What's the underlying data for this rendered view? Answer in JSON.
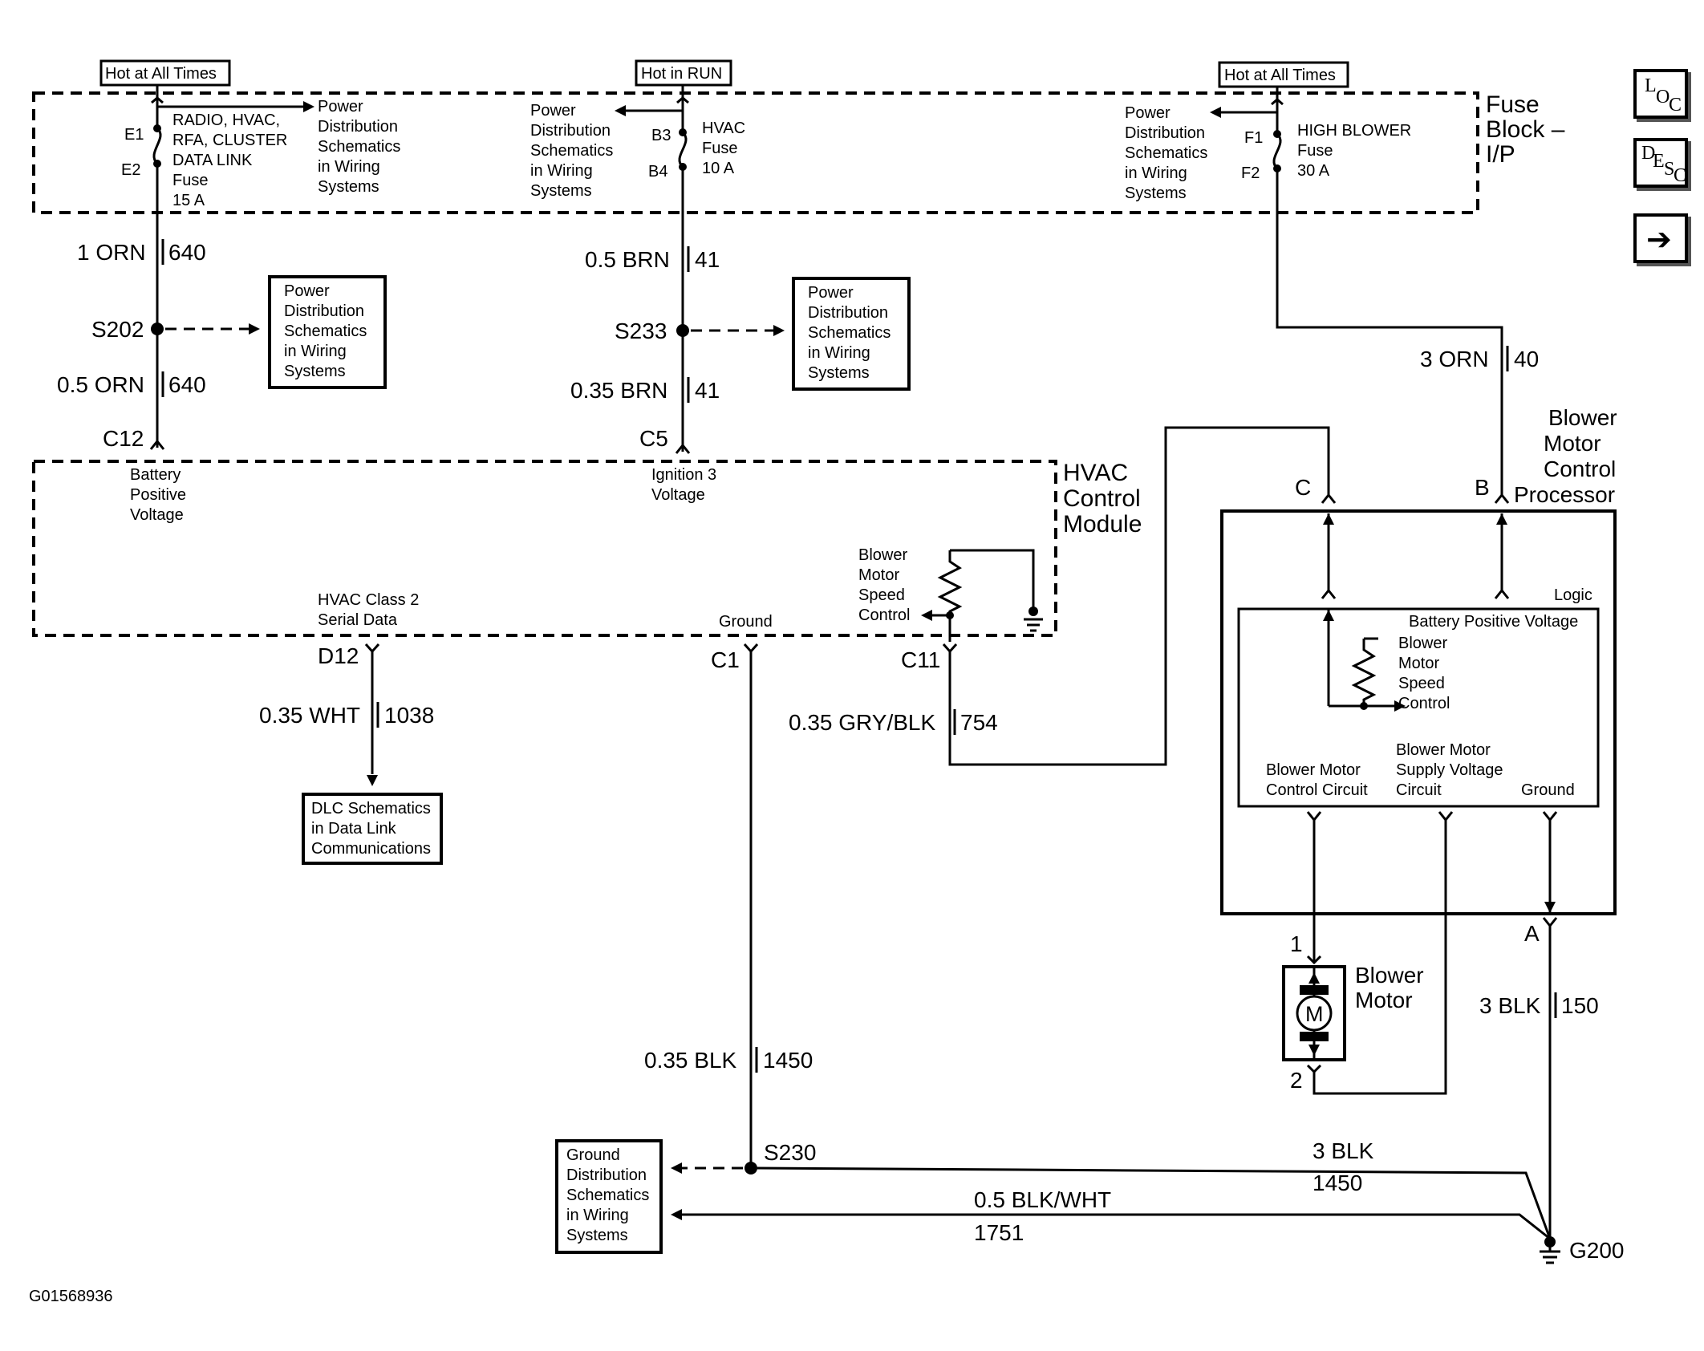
{
  "fuse_block": {
    "title_lines": [
      "Fuse",
      "Block –",
      "I/P"
    ],
    "fuses": [
      {
        "hot_label": "Hot at All Times",
        "pin_in": "E1",
        "pin_out": "E2",
        "name_lines": [
          "RADIO, HVAC,",
          "RFA, CLUSTER",
          "DATA LINK",
          "Fuse",
          "15 A"
        ]
      },
      {
        "hot_label": "Hot in RUN",
        "pin_in": "B3",
        "pin_out": "B4",
        "name_lines": [
          "HVAC",
          "Fuse",
          "10 A"
        ]
      },
      {
        "hot_label": "Hot at All Times",
        "pin_in": "F1",
        "pin_out": "F2",
        "name_lines": [
          "HIGH BLOWER",
          "Fuse",
          "30 A"
        ]
      }
    ],
    "power_dist_lines": [
      "Power",
      "Distribution",
      "Schematics",
      "in Wiring",
      "Systems"
    ]
  },
  "wires": {
    "w1_top": {
      "gauge_color": "1 ORN",
      "circuit": "640"
    },
    "w1_bot": {
      "gauge_color": "0.5 ORN",
      "circuit": "640"
    },
    "w2_top": {
      "gauge_color": "0.5 BRN",
      "circuit": "41"
    },
    "w2_bot": {
      "gauge_color": "0.35 BRN",
      "circuit": "41"
    },
    "w3": {
      "gauge_color": "3 ORN",
      "circuit": "40"
    },
    "w4": {
      "gauge_color": "0.35 WHT",
      "circuit": "1038"
    },
    "w5": {
      "gauge_color": "0.35 GRY/BLK",
      "circuit": "754"
    },
    "w6": {
      "gauge_color": "0.35 BLK",
      "circuit": "1450"
    },
    "w7": {
      "gauge_color": "3 BLK",
      "circuit": "150"
    },
    "w8": {
      "gauge_color": "3 BLK",
      "circuit": "1450"
    },
    "w9": {
      "gauge_color": "0.5 BLK/WHT",
      "circuit": "1751"
    }
  },
  "splices": {
    "s1": "S202",
    "s2": "S233",
    "s3": "S230"
  },
  "connectors": {
    "c12": "C12",
    "c5": "C5",
    "d12": "D12",
    "c1": "C1",
    "c11": "C11",
    "c": "C",
    "b": "B",
    "a": "A",
    "m1": "1",
    "m2": "2"
  },
  "boxes": {
    "power_dist": [
      "Power",
      "Distribution",
      "Schematics",
      "in Wiring",
      "Systems"
    ],
    "dlc": [
      "DLC Schematics",
      "in Data Link",
      "Communications"
    ],
    "ground_dist": [
      "Ground",
      "Distribution",
      "Schematics",
      "in Wiring",
      "Systems"
    ]
  },
  "hvac_module": {
    "title_lines": [
      "HVAC",
      "Control",
      "Module"
    ],
    "battery_lines": [
      "Battery",
      "Positive",
      "Voltage"
    ],
    "ignition_lines": [
      "Ignition 3",
      "Voltage"
    ],
    "serial_lines": [
      "HVAC Class 2",
      "Serial Data"
    ],
    "ground": "Ground",
    "speed_lines": [
      "Blower",
      "Motor",
      "Speed",
      "Control"
    ]
  },
  "processor": {
    "title_lines": [
      "Blower",
      "Motor",
      "Control",
      "Processor"
    ],
    "logic": "Logic",
    "bpv": "Battery Positive Voltage",
    "speed_lines": [
      "Blower",
      "Motor",
      "Speed",
      "Control"
    ],
    "control_circuit_lines": [
      "Blower Motor",
      "Control Circuit"
    ],
    "supply_lines": [
      "Blower Motor",
      "Supply Voltage",
      "Circuit"
    ],
    "ground": "Ground"
  },
  "motor": {
    "symbol": "M",
    "label_lines": [
      "Blower",
      "Motor"
    ]
  },
  "ground_point": "G200",
  "figure_id": "G01568936",
  "nav": {
    "loc": {
      "l": "L",
      "o": "O",
      "c": "C"
    },
    "desc": {
      "d": "D",
      "e": "E",
      "s": "S",
      "c": "C"
    },
    "next_glyph": "➔"
  }
}
